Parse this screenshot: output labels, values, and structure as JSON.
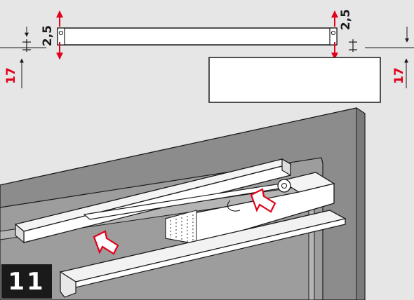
{
  "dimensions": {
    "offset_left": "2,5",
    "offset_right": "2,5",
    "height_left": "17",
    "height_right": "17"
  },
  "step": {
    "number": "11"
  },
  "colors": {
    "accent_red": "#e2001a",
    "line": "#1a1a1a",
    "background": "#e6e6e6",
    "door": "#909090",
    "frame": "#a6a6a6",
    "part": "#ffffff"
  }
}
